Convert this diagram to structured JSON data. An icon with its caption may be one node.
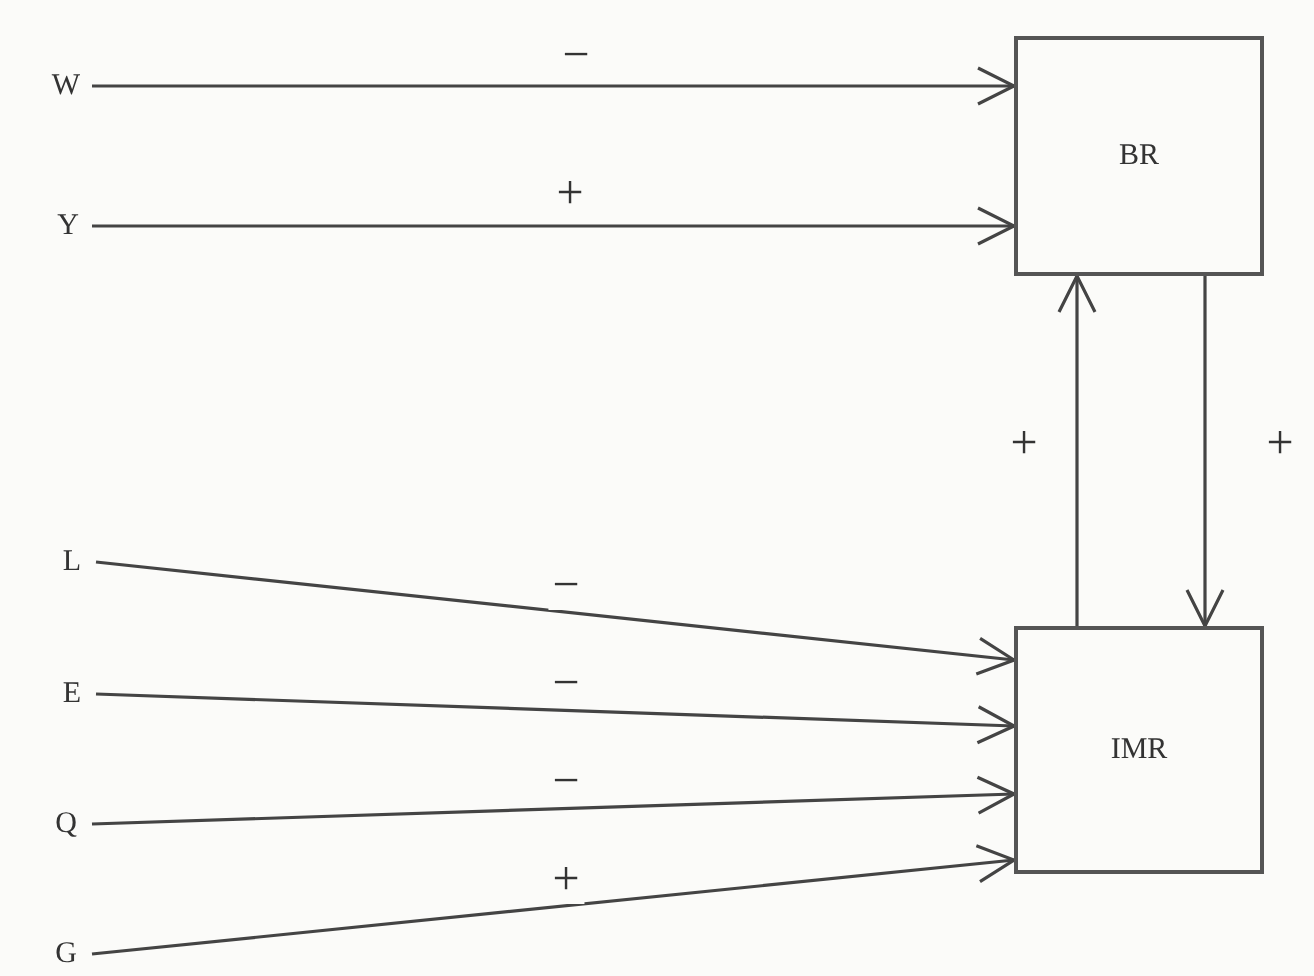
{
  "diagram": {
    "nodes": [
      {
        "text": [
          "W"
        ]
      },
      {
        "text": [
          "Y"
        ]
      },
      {
        "text": [
          "BR"
        ]
      },
      {
        "text": [
          "L"
        ]
      },
      {
        "text": [
          "E"
        ]
      },
      {
        "text": [
          "Q"
        ]
      },
      {
        "text": [
          "G"
        ]
      },
      {
        "text": [
          "IMR"
        ]
      }
    ],
    "edges": [
      {
        "from": 0,
        "to": 2,
        "arrow": "to",
        "label": "−"
      },
      {
        "from": 1,
        "to": 2,
        "arrow": "to",
        "label": "+"
      },
      {
        "from": 7,
        "to": 2,
        "arrow": "to",
        "label": "+"
      },
      {
        "from": 2,
        "to": 7,
        "arrow": "to",
        "label": "+"
      },
      {
        "from": 3,
        "to": 7,
        "arrow": "to",
        "label": "−"
      },
      {
        "from": 4,
        "to": 7,
        "arrow": "to",
        "label": "−"
      },
      {
        "from": 5,
        "to": 7,
        "arrow": "to",
        "label": "−"
      },
      {
        "from": 6,
        "to": 7,
        "arrow": "to",
        "label": "+"
      }
    ]
  }
}
